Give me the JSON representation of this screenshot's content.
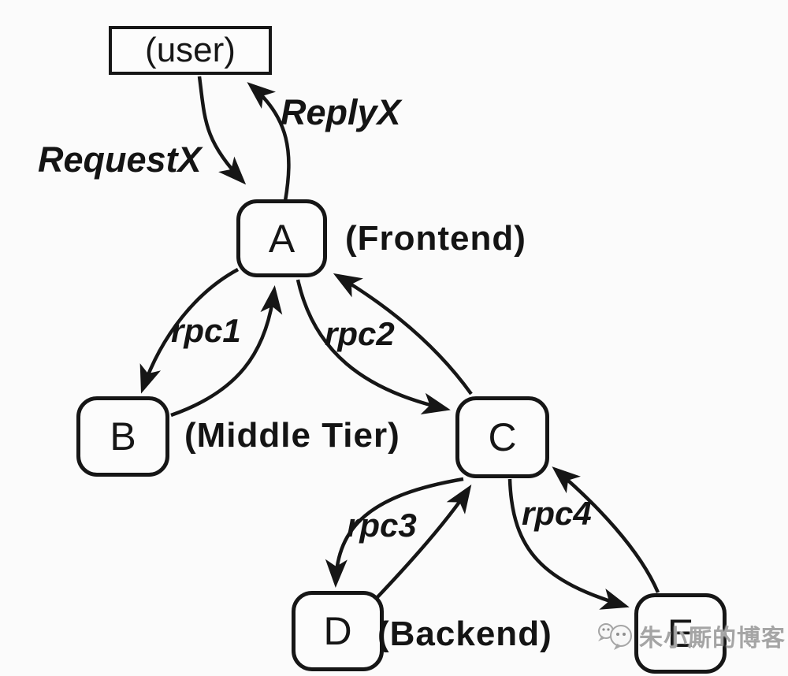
{
  "diagram": {
    "nodes": {
      "user": {
        "label": "(user)"
      },
      "a": {
        "label": "A"
      },
      "b": {
        "label": "B"
      },
      "c": {
        "label": "C"
      },
      "d": {
        "label": "D"
      },
      "e": {
        "label": "E"
      }
    },
    "tiers": {
      "frontend": "(Frontend)",
      "middle": "(Middle Tier)",
      "backend": "(Backend)"
    },
    "edge_labels": {
      "request": "RequestX",
      "reply": "ReplyX",
      "rpc1": "rpc1",
      "rpc2": "rpc2",
      "rpc3": "rpc3",
      "rpc4": "rpc4"
    },
    "edges": [
      {
        "from": "user",
        "to": "A",
        "label": "RequestX"
      },
      {
        "from": "A",
        "to": "user",
        "label": "ReplyX"
      },
      {
        "from": "A",
        "to": "B",
        "label": "rpc1"
      },
      {
        "from": "B",
        "to": "A",
        "label": "rpc1"
      },
      {
        "from": "A",
        "to": "C",
        "label": "rpc2"
      },
      {
        "from": "C",
        "to": "A",
        "label": "rpc2"
      },
      {
        "from": "C",
        "to": "D",
        "label": "rpc3"
      },
      {
        "from": "D",
        "to": "C",
        "label": "rpc3"
      },
      {
        "from": "C",
        "to": "E",
        "label": "rpc4"
      },
      {
        "from": "E",
        "to": "C",
        "label": "rpc4"
      }
    ],
    "watermark": {
      "blog_name": "朱小厮的博客",
      "icon": "wechat-chat-bubbles-icon"
    },
    "colors": {
      "ink": "#161616",
      "background": "#fbfbfb",
      "watermark_gray": "#a5a5a5"
    }
  }
}
